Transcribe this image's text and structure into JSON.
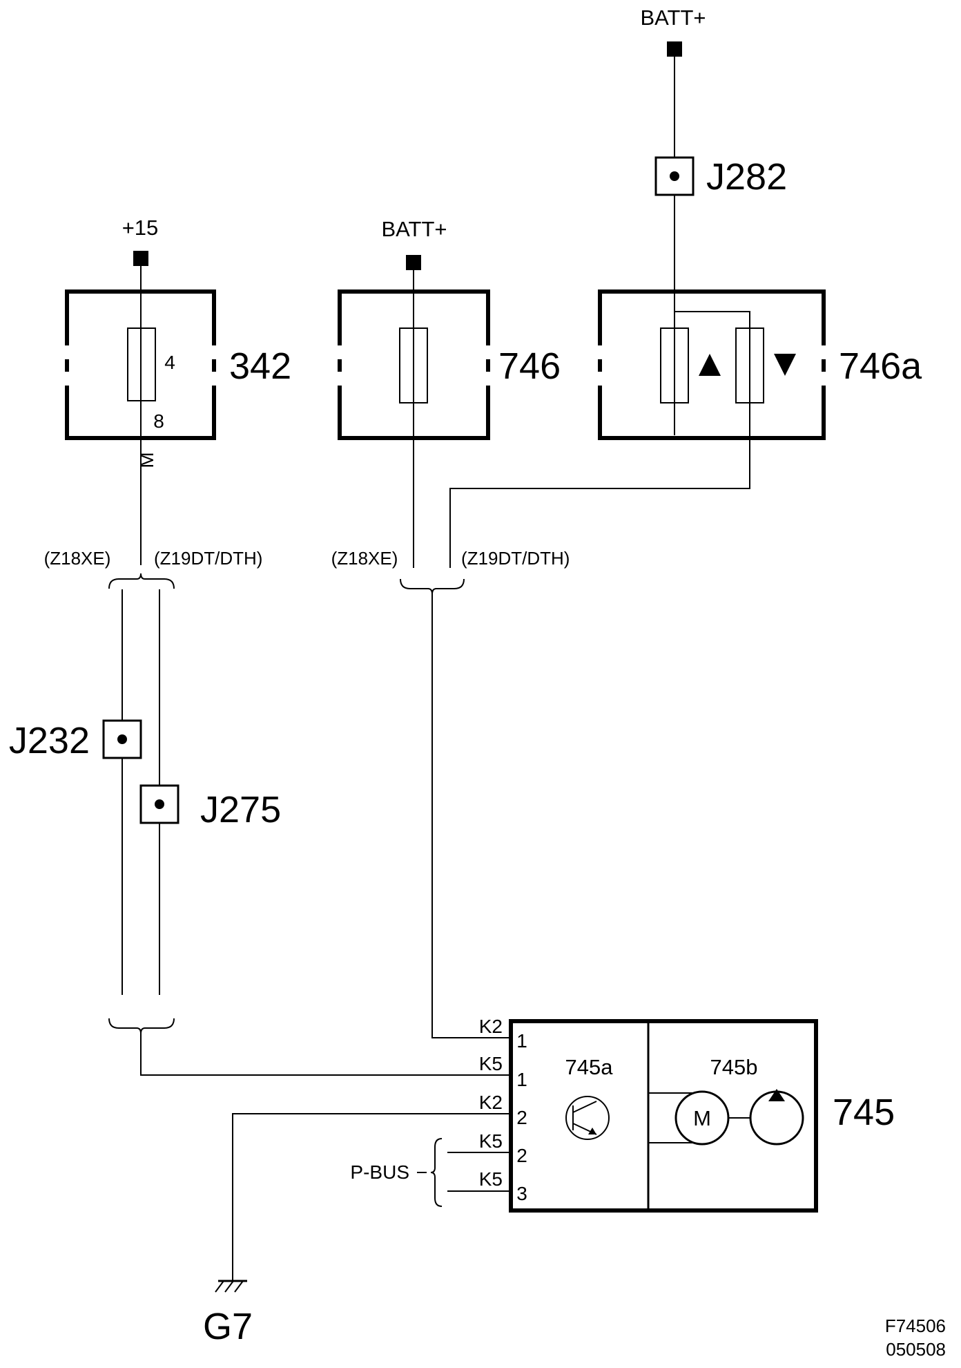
{
  "supplies": {
    "plus15": "+15",
    "batt_top": "BATT+",
    "batt_mid": "BATT+"
  },
  "components": {
    "c342": "342",
    "c342_pin_top": "4",
    "c342_pin_bottom": "8",
    "c342_wire_mark": "M",
    "c746": "746",
    "c746a": "746a",
    "c745": "745",
    "c745a": "745a",
    "c745b": "745b",
    "motor": "M",
    "ground": "G7"
  },
  "splices": {
    "j282": "J282",
    "j232": "J232",
    "j275": "J275"
  },
  "variants": {
    "left_z18": "(Z18XE)",
    "left_z19": "(Z19DT/DTH)",
    "mid_z18": "(Z18XE)",
    "mid_z19": "(Z19DT/DTH)"
  },
  "connector_745": {
    "rows": [
      {
        "connector": "K2",
        "pin": "1"
      },
      {
        "connector": "K5",
        "pin": "1"
      },
      {
        "connector": "K2",
        "pin": "2"
      },
      {
        "connector": "K5",
        "pin": "2"
      },
      {
        "connector": "K5",
        "pin": "3"
      }
    ],
    "bus_label": "P-BUS"
  },
  "footer": {
    "code": "F74506",
    "date": "050508"
  }
}
